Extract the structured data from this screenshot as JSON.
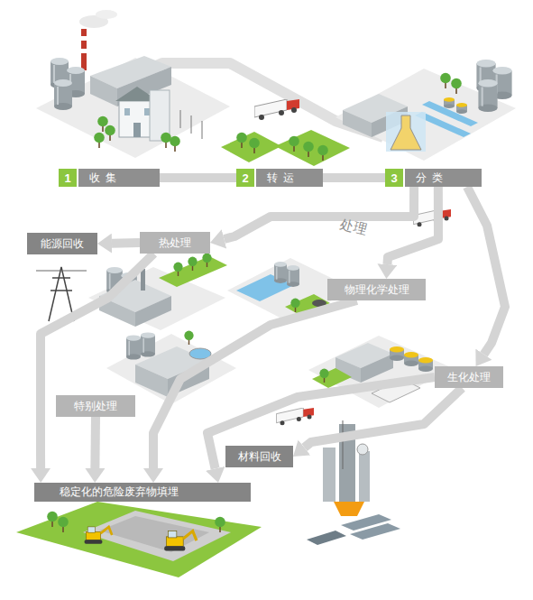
{
  "diagram": {
    "nodes": [
      {
        "text": [
          "1",
          "收集"
        ]
      },
      {
        "text": [
          "2",
          "转运"
        ]
      },
      {
        "text": [
          "3",
          "分类"
        ]
      },
      {
        "text": [
          "能源回收"
        ]
      },
      {
        "text": [
          "热处理"
        ]
      },
      {
        "text": [
          "物理化学处理"
        ]
      },
      {
        "text": [
          "生化处理"
        ]
      },
      {
        "text": [
          "特别处理"
        ]
      },
      {
        "text": [
          "材料回收"
        ]
      },
      {
        "text": [
          "稳定化的危险废弃物填埋"
        ]
      }
    ],
    "edges": [
      {
        "from": 0,
        "to": 1,
        "arrow": "none"
      },
      {
        "from": 1,
        "to": 2,
        "arrow": "none"
      },
      {
        "from": 2,
        "to": 4,
        "arrow": "to",
        "label": "处理"
      },
      {
        "from": 2,
        "to": 5,
        "arrow": "to"
      },
      {
        "from": 2,
        "to": 6,
        "arrow": "to"
      },
      {
        "from": 4,
        "to": 3,
        "arrow": "to"
      },
      {
        "from": 4,
        "to": 9,
        "arrow": "to"
      },
      {
        "from": 7,
        "to": 9,
        "arrow": "to"
      },
      {
        "from": 5,
        "to": 9,
        "arrow": "to"
      },
      {
        "from": 6,
        "to": 9,
        "arrow": "to"
      },
      {
        "from": 6,
        "to": 8,
        "arrow": "to"
      }
    ]
  }
}
